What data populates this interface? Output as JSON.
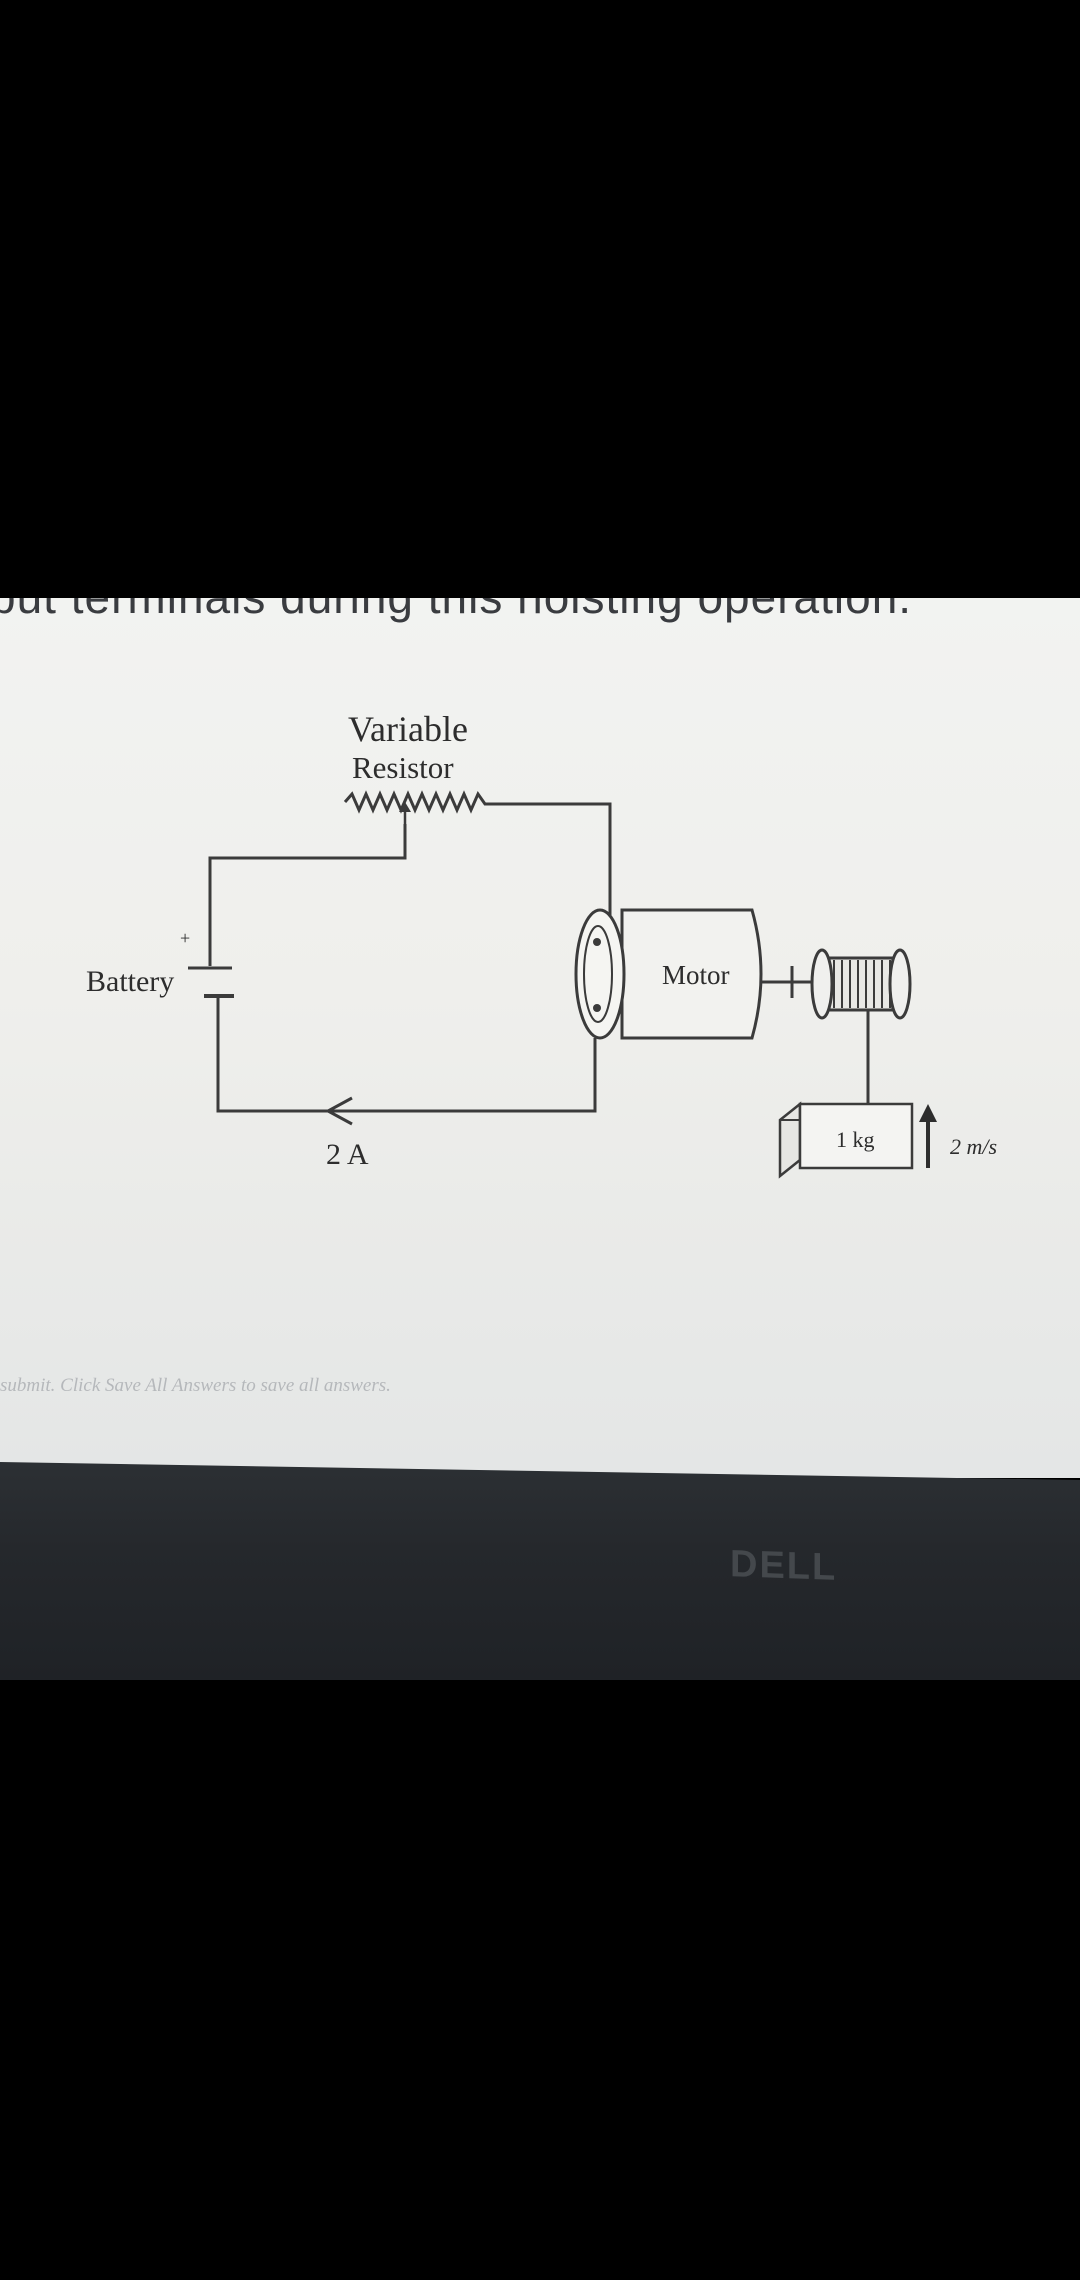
{
  "question": {
    "text_fragment": "put terminals during this hoisting operation."
  },
  "diagram": {
    "resistor_label_line1": "Variable",
    "resistor_label_line2": "Resistor",
    "battery_label": "Battery",
    "motor_label": "Motor",
    "current_label": "2 A",
    "mass_label": "1 kg",
    "velocity_label": "2 m/s"
  },
  "footer_note": "submit. Click Save All Answers to save all answers.",
  "laptop": {
    "brand": "DELL"
  }
}
